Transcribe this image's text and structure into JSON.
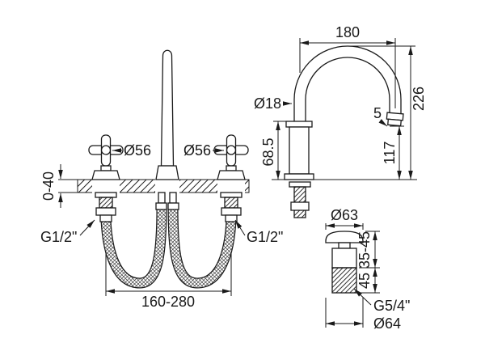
{
  "page": {
    "background": "#ffffff",
    "line_color": "#1a1a1a",
    "description": "Technical dimension drawing of a 3-hole basin mixer tap with swan-neck spout and pop-up waste"
  },
  "front_view": {
    "handle_diameter_left": "Ø56",
    "handle_diameter_right": "Ø56",
    "deck_thickness_range": "0-40",
    "inlet_thread_left": "G1/2\"",
    "inlet_thread_right": "G1/2\"",
    "hole_spacing_range": "160-280"
  },
  "side_view": {
    "spout_reach": "180",
    "spout_tube_diameter": "Ø18",
    "total_height": "226",
    "outlet_clearance": "117",
    "outlet_angle_deg": "5",
    "body_height": "68.5"
  },
  "drain_view": {
    "cap_diameter": "Ø63",
    "cap_height_range": "35-45",
    "thread_length": "45",
    "thread_size": "G5/4\"",
    "base_diameter": "Ø64"
  }
}
